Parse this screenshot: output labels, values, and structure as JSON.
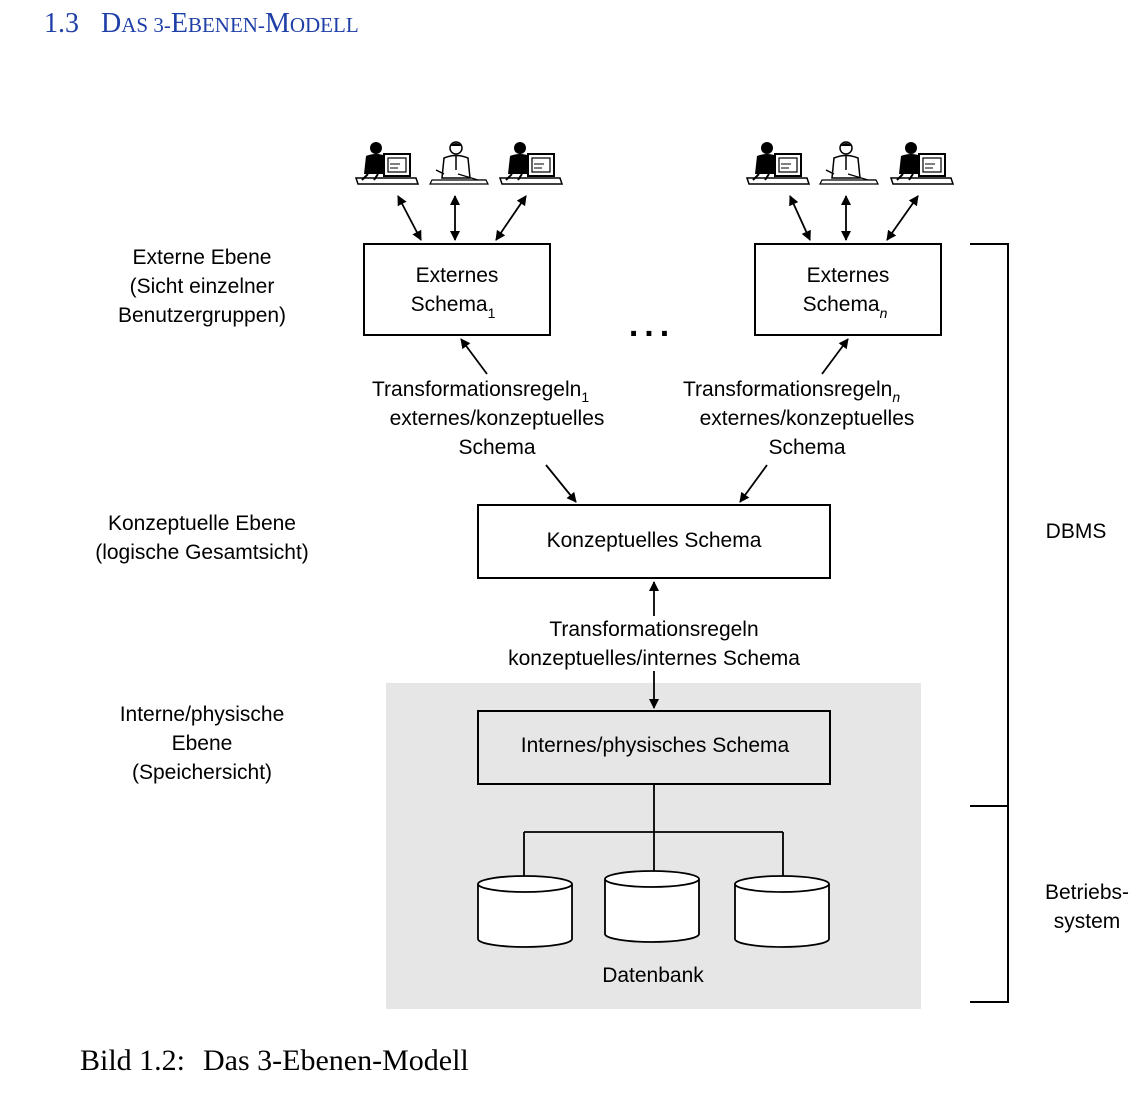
{
  "heading": {
    "number": "1.3",
    "title_parts": [
      {
        "text": "D",
        "big": true
      },
      {
        "text": "AS 3-",
        "big": false
      },
      {
        "text": "E",
        "big": true
      },
      {
        "text": "BENEN-",
        "big": false
      },
      {
        "text": "M",
        "big": true
      },
      {
        "text": "ODELL",
        "big": false
      }
    ]
  },
  "levels": {
    "external": [
      "Externe Ebene",
      "(Sicht einzelner",
      "Benutzergruppen)"
    ],
    "conceptual": [
      "Konzeptuelle Ebene",
      "(logische Gesamtsicht)"
    ],
    "internal": [
      "Interne/physische",
      "Ebene",
      "(Speichersicht)"
    ]
  },
  "boxes": {
    "ext1": {
      "line1": "Externes",
      "line2": "Schema",
      "sub": "1"
    },
    "extn": {
      "line1": "Externes",
      "line2": "Schema",
      "sub": "n"
    },
    "conceptual": "Konzeptuelles Schema",
    "internal": "Internes/physisches Schema"
  },
  "ellipsis": "...",
  "rules": {
    "ext1": {
      "line1": "Transformationsregeln",
      "sub": "1",
      "line2": "externes/konzeptuelles",
      "line3": "Schema"
    },
    "extn": {
      "line1": "Transformationsregeln",
      "sub": "n",
      "line2": "externes/konzeptuelles",
      "line3": "Schema"
    },
    "internal": [
      "Transformationsregeln",
      "konzeptuelles/internes Schema"
    ]
  },
  "database_label": "Datenbank",
  "brackets": {
    "dbms": "DBMS",
    "os": [
      "Betriebs-",
      "system"
    ]
  },
  "caption": {
    "label": "Bild 1.2:",
    "text": "Das 3-Ebenen-Modell"
  },
  "colors": {
    "heading": "#1f3fa8",
    "storage_area": "#e6e6e6",
    "line": "#000000"
  },
  "icons": [
    "person-at-computer-icon",
    "person-at-desk-icon",
    "person-at-computer-icon",
    "person-at-computer-icon",
    "person-at-desk-icon",
    "person-at-computer-icon"
  ]
}
